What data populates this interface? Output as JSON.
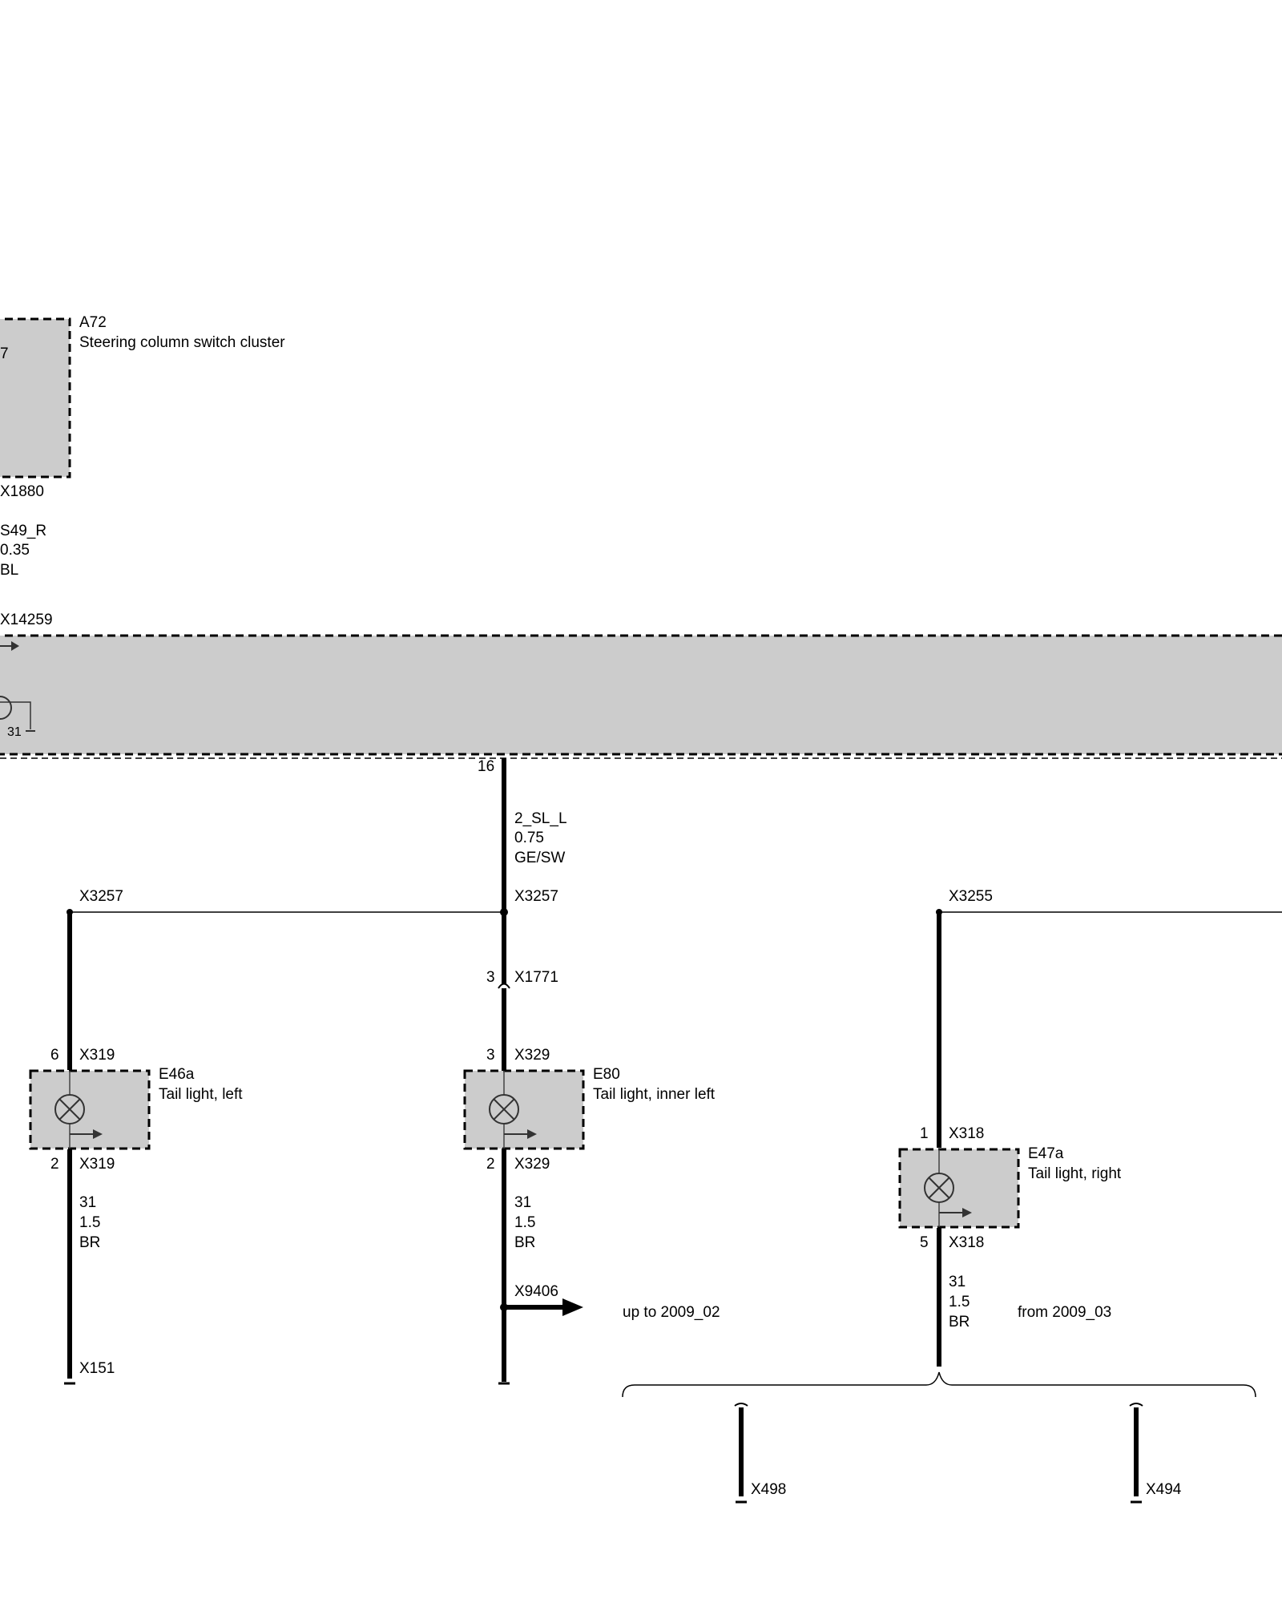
{
  "components": {
    "a72": {
      "code": "A72",
      "name": "Steering column switch cluster",
      "pin": "7",
      "connector": "X1880"
    },
    "e46a": {
      "code": "E46a",
      "name": "Tail light, left"
    },
    "e80": {
      "code": "E80",
      "name": "Tail light, inner left"
    },
    "e47a": {
      "code": "E47a",
      "name": "Tail light, right"
    },
    "module": {
      "connector": "X14259",
      "pin_out": "16",
      "ground_label": "31"
    }
  },
  "wires": {
    "s49r": {
      "signal": "S49_R",
      "gauge": "0.35",
      "color": "BL"
    },
    "sl": {
      "signal": "2_SL_L",
      "gauge": "0.75",
      "color": "GE/SW"
    },
    "gnd_left": {
      "signal": "31",
      "gauge": "1.5",
      "color": "BR"
    },
    "gnd_inner": {
      "signal": "31",
      "gauge": "1.5",
      "color": "BR"
    },
    "gnd_right": {
      "signal": "31",
      "gauge": "1.5",
      "color": "BR"
    }
  },
  "connectors": {
    "x3257_left": "X3257",
    "x3257_mid": "X3257",
    "x3255": "X3255",
    "x1771": {
      "label": "X1771",
      "pin": "3"
    },
    "x319_top": {
      "label": "X319",
      "pin": "6"
    },
    "x319_bot": {
      "label": "X319",
      "pin": "2"
    },
    "x329_top": {
      "label": "X329",
      "pin": "3"
    },
    "x329_bot": {
      "label": "X329",
      "pin": "2"
    },
    "x318_top": {
      "label": "X318",
      "pin": "1"
    },
    "x318_bot": {
      "label": "X318",
      "pin": "5"
    },
    "x9406": "X9406",
    "x151": "X151",
    "x498": "X498",
    "x494": "X494"
  },
  "variants": {
    "up_to": "up to 2009_02",
    "from": "from 2009_03"
  },
  "colors": {
    "component_fill": "#cccccc",
    "line": "#000000"
  }
}
